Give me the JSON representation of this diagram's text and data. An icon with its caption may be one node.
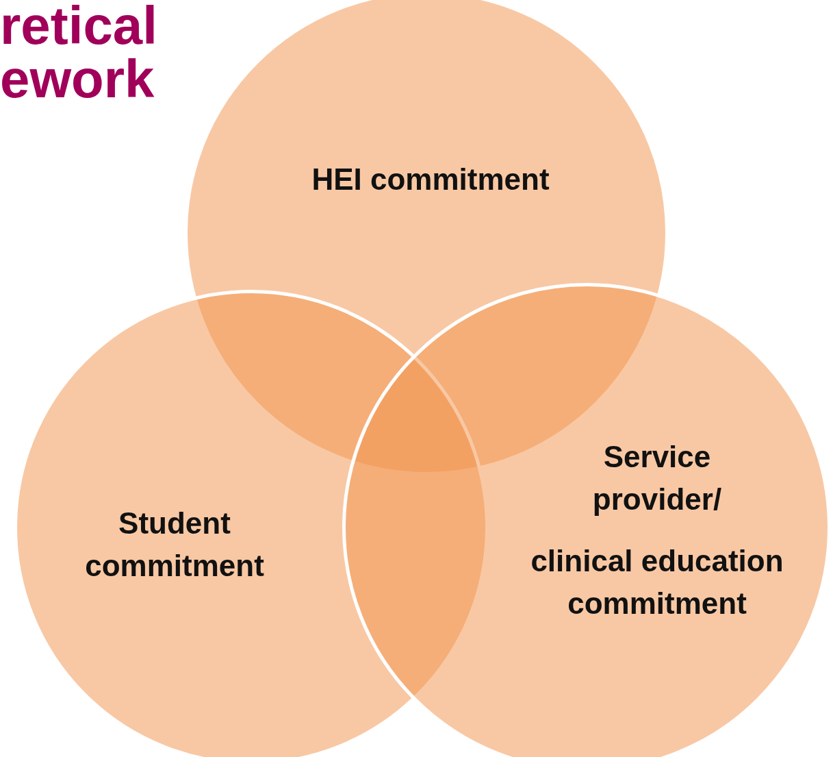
{
  "diagram": {
    "title": "retical ework",
    "nodes": [
      {
        "text": [
          "HEI commitment"
        ]
      },
      {
        "text": [
          "Student commitment"
        ]
      },
      {
        "text": [
          "Service provider/",
          "clinical education commitment"
        ]
      }
    ],
    "edges": []
  }
}
